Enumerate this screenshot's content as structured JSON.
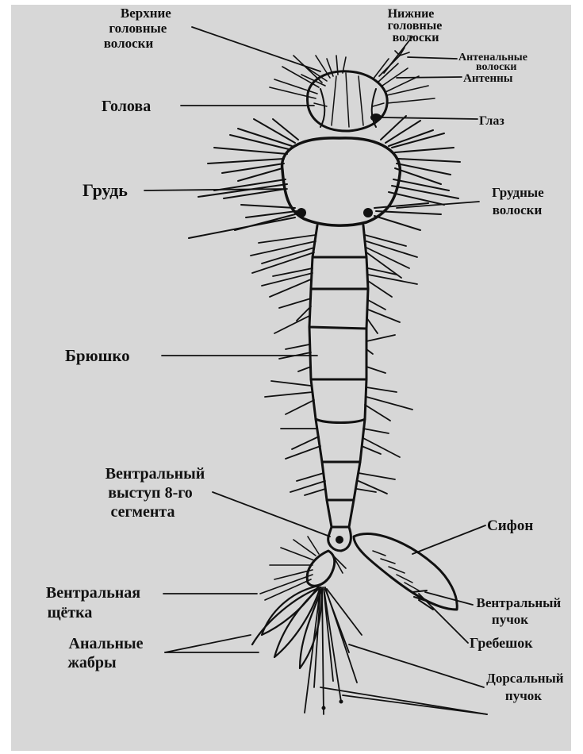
{
  "diagram": {
    "colors": {
      "background": "#d7d7d7",
      "ink": "#111111",
      "page": "#ffffff"
    },
    "labels": {
      "upper_head_hairs": [
        "Верхние",
        "головные",
        "волоски"
      ],
      "lower_head_hairs": [
        "Нижние",
        "головные",
        "волоски"
      ],
      "antennal_hairs": [
        "Антенальные",
        "волоски"
      ],
      "antennae": "Антенны",
      "head": "Голова",
      "eye": "Глаз",
      "thorax": "Грудь",
      "thoracic_hairs": [
        "Грудные",
        "волоски"
      ],
      "abdomen": "Брюшко",
      "ventral_process": [
        "Вентральный",
        "выступ 8-го",
        "сегмента"
      ],
      "siphon": "Сифон",
      "ventral_brush": [
        "Вентральная",
        "щётка"
      ],
      "ventral_tuft": [
        "Вентральный",
        "пучок"
      ],
      "comb": "Гребешок",
      "anal_gills": [
        "Анальные",
        "жабры"
      ],
      "dorsal_tuft": [
        "Дорсальный",
        "пучок"
      ]
    }
  }
}
